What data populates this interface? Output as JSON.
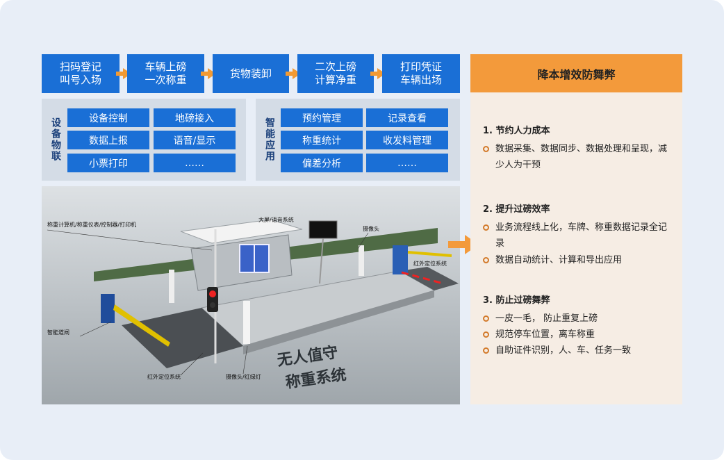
{
  "flow": {
    "steps": [
      {
        "line1": "扫码登记",
        "line2": "叫号入场"
      },
      {
        "line1": "车辆上磅",
        "line2": "一次称重"
      },
      {
        "line1": "货物装卸",
        "line2": ""
      },
      {
        "line1": "二次上磅",
        "line2": "计算净重"
      },
      {
        "line1": "打印凭证",
        "line2": "车辆出场"
      }
    ]
  },
  "iot_panel": {
    "label": "设备物联",
    "items": [
      "设备控制",
      "地磅接入",
      "数据上报",
      "语音/显示",
      "小票打印",
      "……"
    ]
  },
  "smart_panel": {
    "label": "智能应用",
    "items": [
      "预约管理",
      "记录查看",
      "称重统计",
      "收发料管理",
      "偏差分析",
      "……"
    ]
  },
  "scene": {
    "labels": {
      "computer": "称重计算机/称重仪表/控制器/打印机",
      "screen": "大屏/语音系统",
      "camera_top": "摄像头",
      "infrared_right": "红外定位系统",
      "gate": "智能道闸",
      "infrared_bottom": "红外定位系统",
      "camera_light": "摄像头/红绿灯"
    },
    "headline_1": "无人值守",
    "headline_2": "称重系统"
  },
  "benefits": {
    "title": "降本增效防舞弊",
    "sections": [
      {
        "heading": "1. 节约人力成本",
        "items": [
          "数据采集、数据同步、数据处理和呈现，减少人为干预"
        ]
      },
      {
        "heading": "2. 提升过磅效率",
        "items": [
          "业务流程线上化，车牌、称重数据记录全记录",
          "数据自动统计、计算和导出应用"
        ]
      },
      {
        "heading": "3. 防止过磅舞弊",
        "items": [
          "一皮一毛， 防止重复上磅",
          "规范停车位置，离车称重",
          "自助证件识别，人、车、任务一致"
        ]
      }
    ]
  },
  "colors": {
    "step_blue": "#1a6fd6",
    "accent_orange": "#f39a3b",
    "panel_gray": "#d4dce6"
  }
}
